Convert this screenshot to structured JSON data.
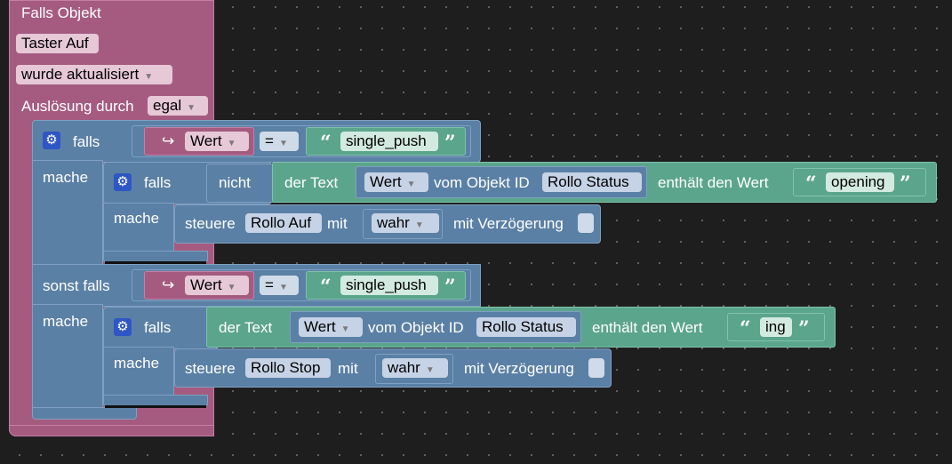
{
  "event": {
    "title": "Falls Objekt",
    "object": "Taster Auf",
    "trigger": "wurde aktualisiert",
    "triggered_by_label": "Auslösung durch",
    "triggered_by_value": "egal"
  },
  "if_block": {
    "if_label": "falls",
    "do_label": "mache",
    "elseif_label": "sonst falls",
    "do2_label": "mache"
  },
  "cond1": {
    "var": "Wert",
    "op": "=",
    "text": "single_push"
  },
  "cond2": {
    "var": "Wert",
    "op": "=",
    "text": "single_push"
  },
  "inner1": {
    "if_label": "falls",
    "do_label": "mache",
    "not_label": "nicht",
    "text_label": "der Text",
    "value_dropdown": "Wert",
    "from_obj_label": "vom Objekt ID",
    "object": "Rollo Status",
    "contains_label": "enthält den Wert",
    "contains_text": "opening",
    "control_label": "steuere",
    "control_object": "Rollo Auf",
    "with_label": "mit",
    "bool_value": "wahr",
    "delay_label": "mit Verzögerung"
  },
  "inner2": {
    "if_label": "falls",
    "do_label": "mache",
    "text_label": "der Text",
    "value_dropdown": "Wert",
    "from_obj_label": "vom Objekt ID",
    "object": "Rollo Status",
    "contains_label": "enthält den Wert",
    "contains_text": "ing",
    "control_label": "steuere",
    "control_object": "Rollo Stop",
    "with_label": "mit",
    "bool_value": "wahr",
    "delay_label": "mit Verzögerung"
  },
  "icons": {
    "gear": "gear-icon",
    "dropdown": "dropdown-arrow-icon",
    "var_arrow": "variable-arrow-icon",
    "quote": "quote-icon"
  },
  "colors": {
    "event": "#a55b80",
    "logic": "#5b80a5",
    "text": "#5ba58c",
    "background": "#1e1e1e"
  }
}
